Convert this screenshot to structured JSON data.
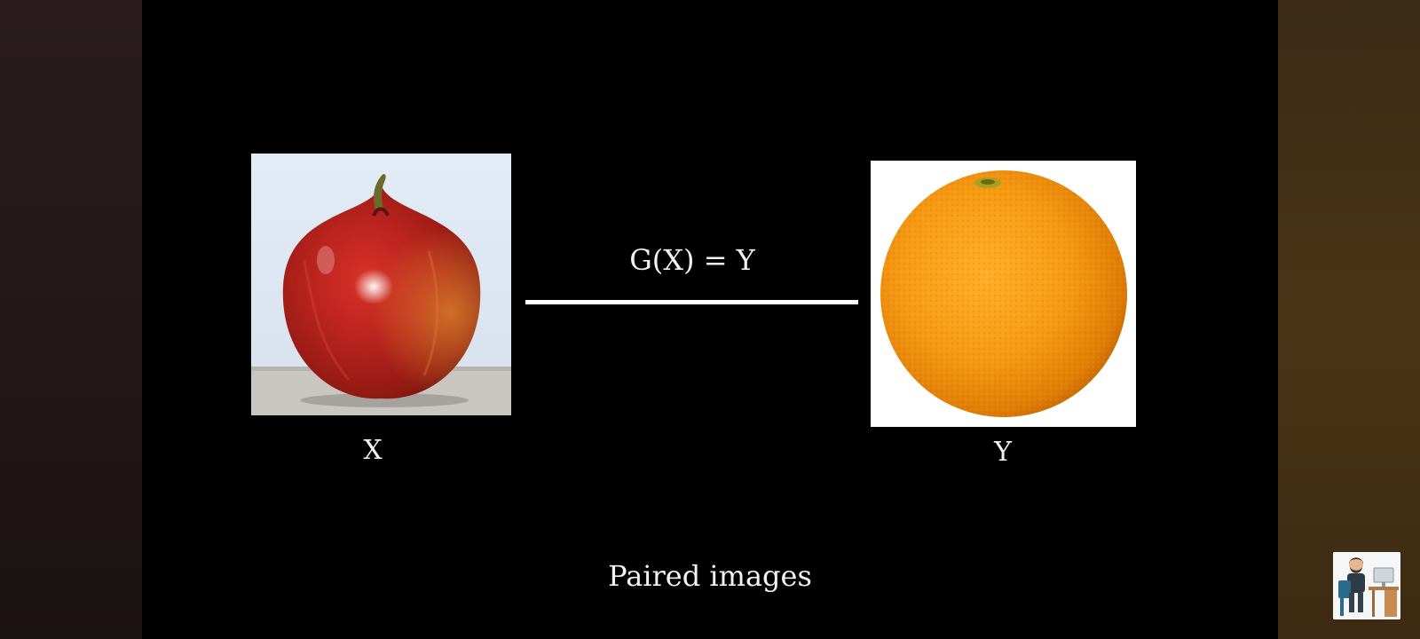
{
  "slide": {
    "equation": "G(X) = Y",
    "input_label": "X",
    "output_label": "Y",
    "caption": "Paired images"
  },
  "images": {
    "input": "apple",
    "output": "orange"
  },
  "overlay": {
    "avatar_icon": "presenter-at-desk-icon"
  },
  "colors": {
    "slide_background": "#000000",
    "text": "#f2f2f2",
    "left_sidebar": "#231818",
    "right_sidebar": "#4a3416"
  }
}
